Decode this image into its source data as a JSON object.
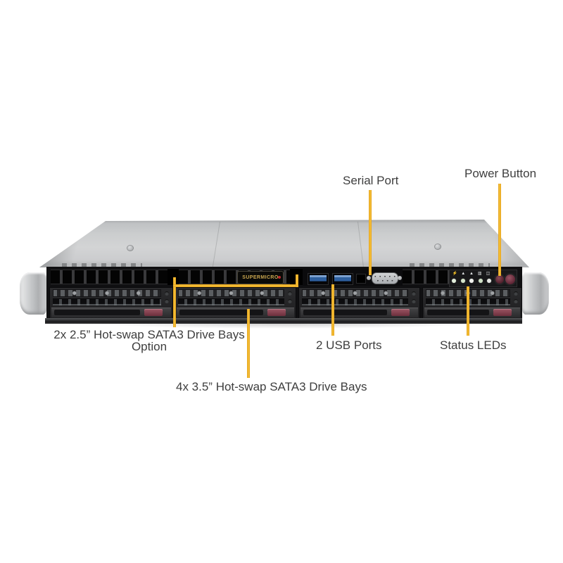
{
  "image_type": "annotated front view of 1U rackmount server",
  "branding": {
    "logo": "SUPERMICRO"
  },
  "annotations": {
    "serial_port": "Serial Port",
    "power_button": "Power Button",
    "bays_25_line1": "2x 2.5” Hot-swap SATA3 Drive Bays",
    "bays_25_line2": "Option",
    "usb_ports": "2 USB Ports",
    "status_leds": "Status LEDs",
    "bays_35": "4x 3.5” Hot-swap SATA3 Drive Bays"
  },
  "status_panel": {
    "led_count": 5,
    "icons": [
      {
        "name": "power-led-icon",
        "glyph": "⚡"
      },
      {
        "name": "overheat-warning-icon",
        "glyph": "▲"
      },
      {
        "name": "fan-fail-warning-icon",
        "glyph": "▲"
      },
      {
        "name": "nic-activity-icon",
        "glyph": "▥"
      },
      {
        "name": "hdd-activity-icon",
        "glyph": "◫"
      }
    ]
  },
  "colors": {
    "annotation_line": "#F2B02A",
    "label_text": "#3E3E3E",
    "chassis_light_gray": "#CBCDCE",
    "front_panel_dark": "#131315",
    "usb_port_blue": "#2E5F9E",
    "tray_latch_maroon": "#8A4455",
    "logo_gold": "#C9A64F",
    "logo_dot_red": "#C0272D"
  }
}
